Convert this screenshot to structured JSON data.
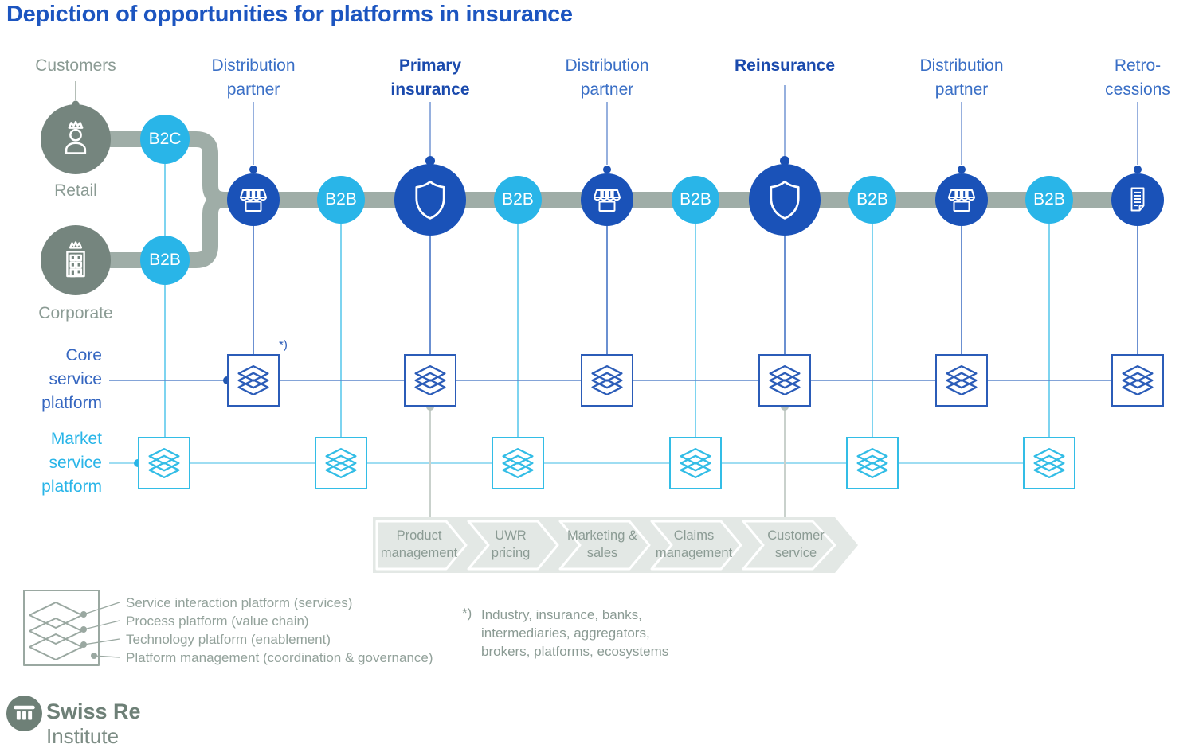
{
  "title": "Depiction of opportunities for platforms in insurance",
  "columns": [
    "Customers",
    "Distribution\npartner",
    "Primary\ninsurance",
    "Distribution\npartner",
    "Reinsurance",
    "Distribution\npartner",
    "Retro-\ncessions"
  ],
  "actors": {
    "retail": "Retail",
    "corporate": "Corporate"
  },
  "badges": {
    "b2c": "B2C",
    "b2b": "B2B"
  },
  "rows": {
    "core": "Core\nservice\nplatform",
    "market": "Market\nservice\nplatform"
  },
  "annotation_marker": "*)",
  "value_chain": [
    "Product\nmanagement",
    "UWR\npricing",
    "Marketing &\nsales",
    "Claims\nmanagement",
    "Customer\nservice"
  ],
  "legend": [
    "Service interaction platform (services)",
    "Process platform (value chain)",
    "Technology platform (enablement)",
    "Platform management (coordination & governance)"
  ],
  "footnote": {
    "marker": "*)",
    "text": "Industry, insurance, banks,\nintermediaries, aggregators,\nbrokers, platforms, ecosystems"
  },
  "logo": {
    "brand": "Swiss Re",
    "unit": "Institute"
  },
  "colors": {
    "title_blue": "#1C55C0",
    "dark_blue": "#1A52B8",
    "light_blue": "#29B5E8",
    "core_blue": "#2B5CB8",
    "market_cyan": "#33BDE6",
    "connector_gray": "#9FADA7",
    "actor_gray": "#75857E",
    "text_gray": "#8B9B94",
    "band_gray": "#E3E8E5",
    "legend_gray": "#9AA8A1",
    "logo_green": "#6E8077"
  }
}
